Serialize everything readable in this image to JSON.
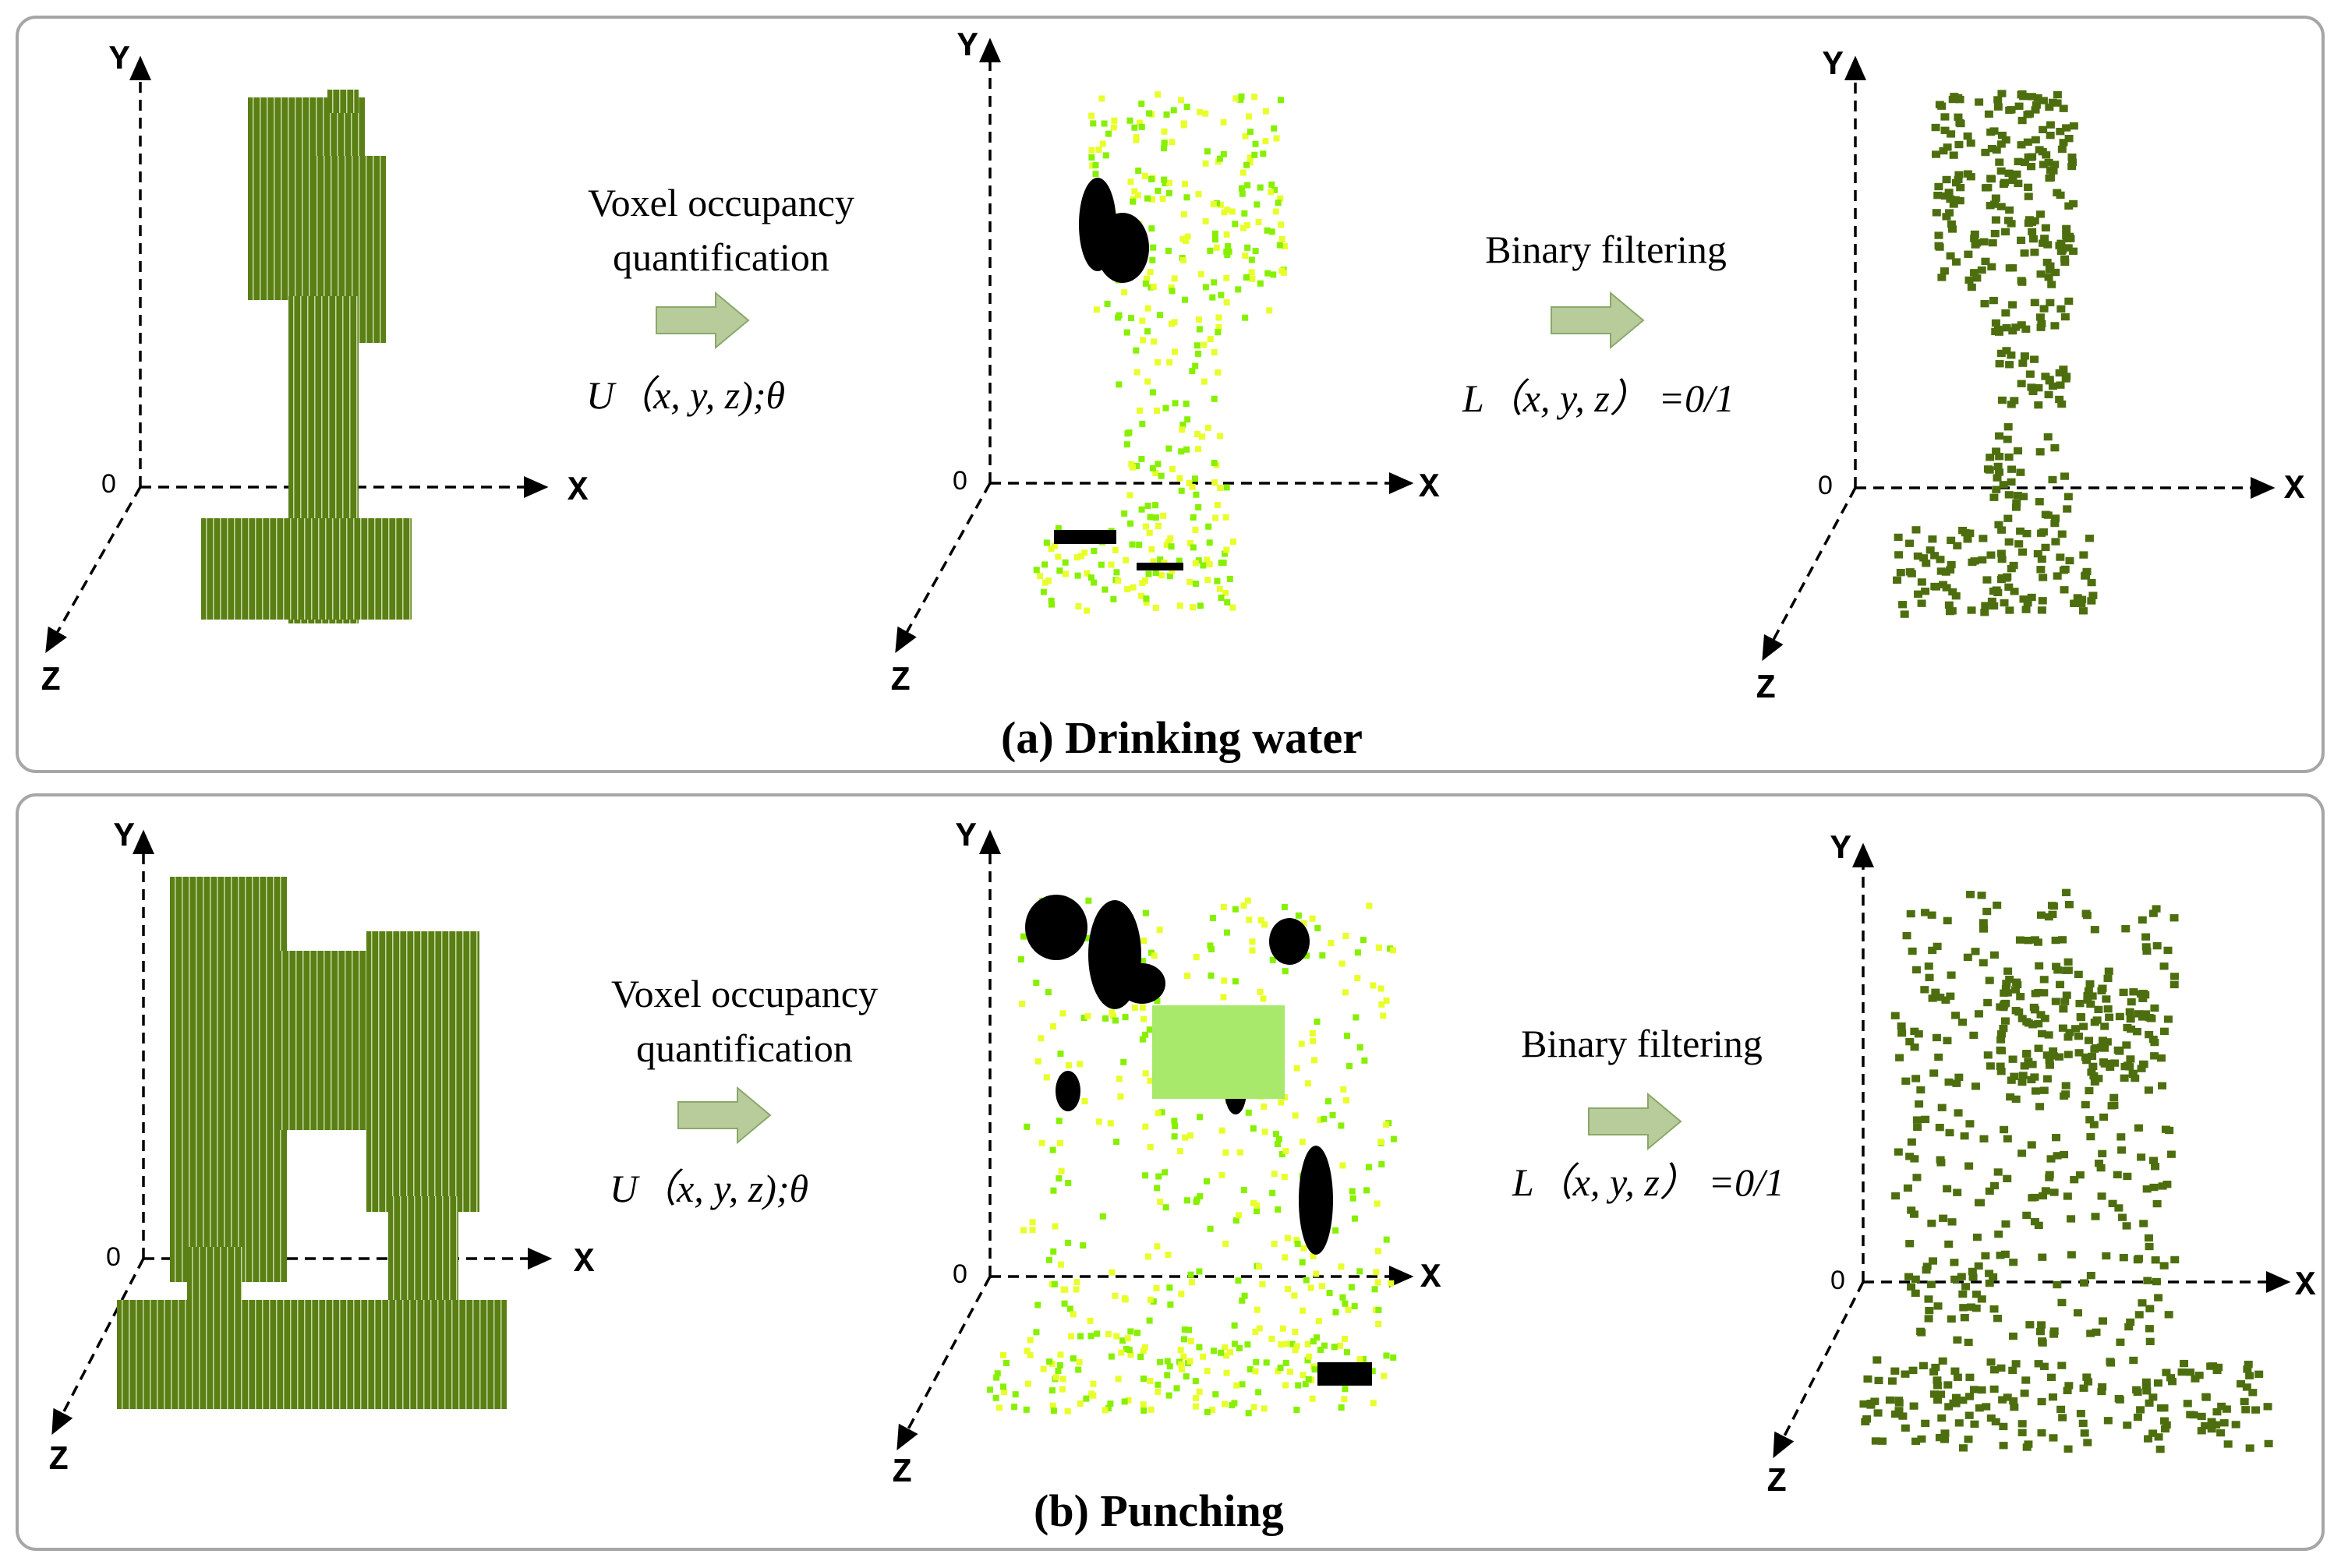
{
  "colors": {
    "voxel_dark": "#4d6e0e",
    "voxel_mid": "#5a7f14",
    "occupancy_bright": "#86f000",
    "occupancy_yellow": "#e8ff2a",
    "occupancy_dense": "#000000",
    "arrow_fill": "#b7cc9a",
    "panel_border": "#a6a6a6"
  },
  "axes": {
    "x": "X",
    "y": "Y",
    "z": "Z",
    "origin": "0"
  },
  "panels": [
    {
      "caption": "(a) Drinking water",
      "step1": {
        "line1": "Voxel occupancy",
        "line2": "quantification",
        "formula": "U（x, y, z);θ"
      },
      "step2": {
        "line1": "Binary filtering",
        "formula": "L（x, y, z） =0/1"
      }
    },
    {
      "caption": "(b) Punching",
      "step1": {
        "line1": "Voxel occupancy",
        "line2": "quantification",
        "formula": "U（x, y, z);θ"
      },
      "step2": {
        "line1": "Binary filtering",
        "formula": "L（x, y, z） =0/1"
      }
    }
  ]
}
